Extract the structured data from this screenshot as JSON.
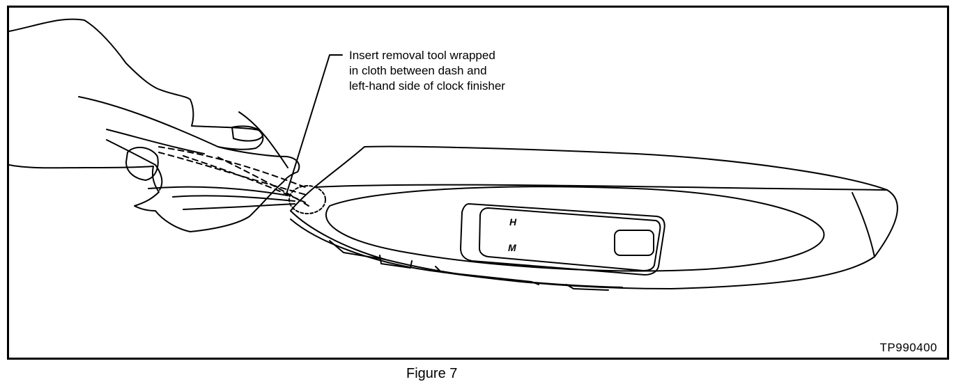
{
  "callout": {
    "lines": [
      "Insert removal tool wrapped",
      "in cloth between dash and",
      "left-hand side of clock finisher"
    ]
  },
  "clock": {
    "hour_label": "H",
    "minute_label": "M"
  },
  "figure_code": "TP990400",
  "caption": "Figure 7"
}
